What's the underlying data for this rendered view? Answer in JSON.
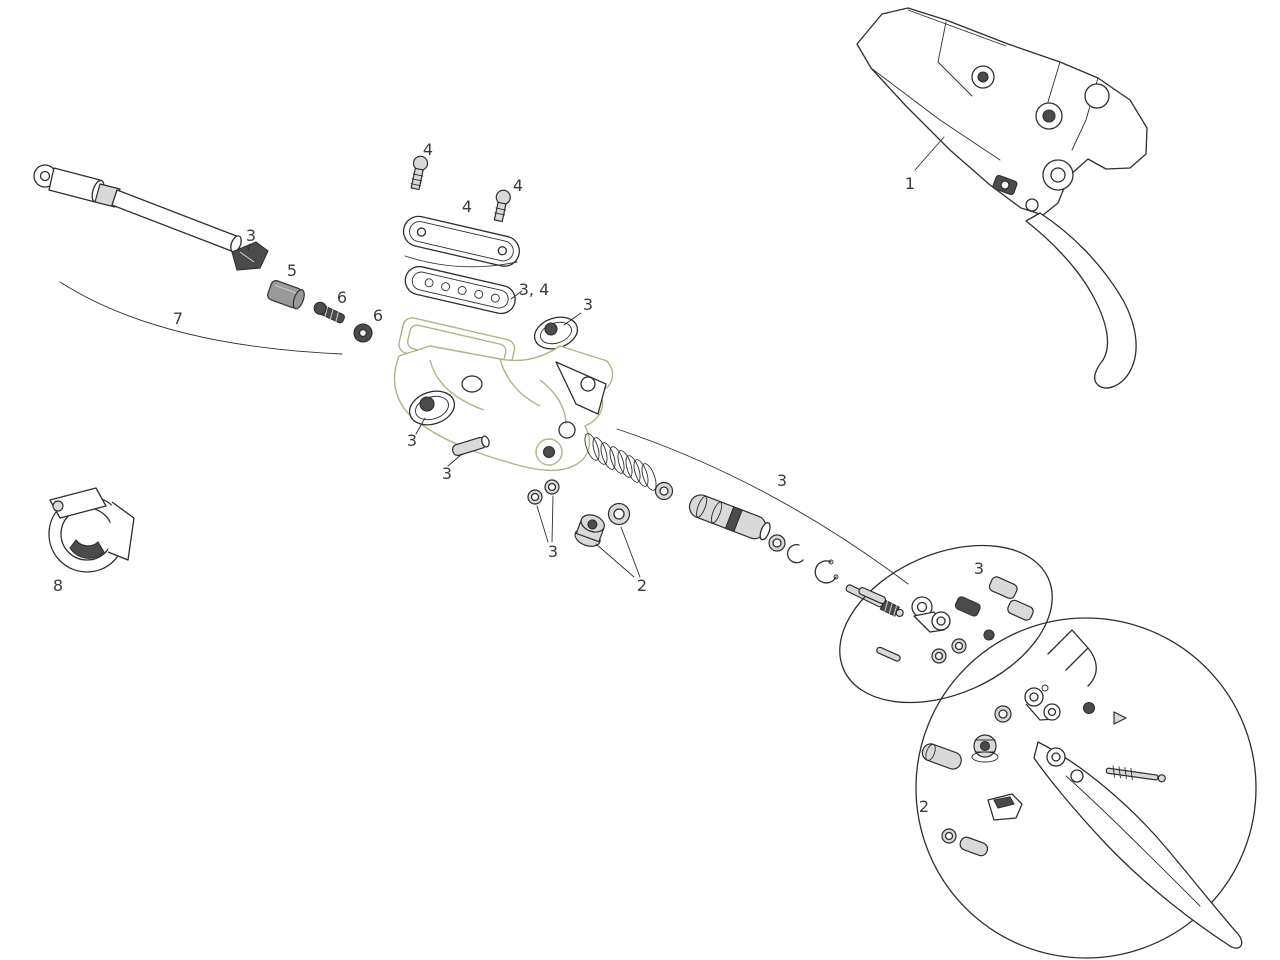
{
  "diagram": {
    "kind": "exploded-parts-diagram",
    "colors": {
      "line": "#2e2e2e",
      "body_outline": "#a9b789",
      "background": "#ffffff",
      "label_text": "#3b3b3b"
    },
    "labels": [
      {
        "part": "lever-assembly",
        "text": "1"
      },
      {
        "part": "cover-screw-top",
        "text": "4"
      },
      {
        "part": "cover-screw-right",
        "text": "4"
      },
      {
        "part": "reservoir-cover",
        "text": "4"
      },
      {
        "part": "reservoir-diaphragm",
        "text": "3, 4"
      },
      {
        "part": "cap-upper",
        "text": "3"
      },
      {
        "part": "hose-fitting",
        "text": "3"
      },
      {
        "part": "compression-nut",
        "text": "5"
      },
      {
        "part": "compression-screw",
        "text": "6"
      },
      {
        "part": "compression-olive",
        "text": "6"
      },
      {
        "part": "hose-assembly",
        "text": "7"
      },
      {
        "part": "cap-lower",
        "text": "3"
      },
      {
        "part": "pivot-pin",
        "text": "3"
      },
      {
        "part": "bushings",
        "text": "3"
      },
      {
        "part": "piston-kit",
        "text": "3"
      },
      {
        "part": "nut-washer",
        "text": "2"
      },
      {
        "part": "small-parts-group",
        "text": "3"
      },
      {
        "part": "lever-internals",
        "text": "2"
      },
      {
        "part": "bar-clamp",
        "text": "8"
      }
    ]
  }
}
